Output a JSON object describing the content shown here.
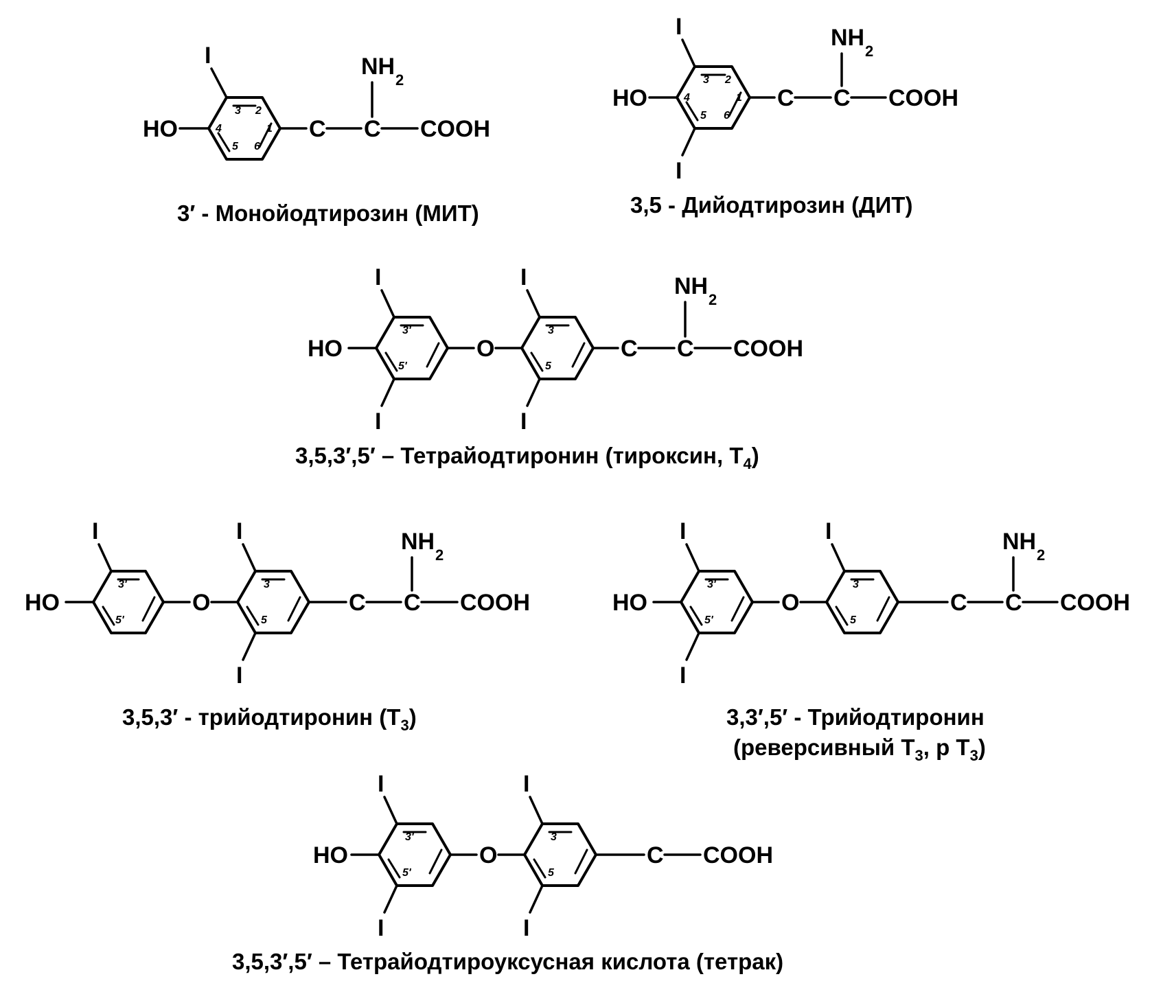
{
  "atoms": {
    "iodine": "I",
    "hydroxyl": "HO",
    "carbon": "C",
    "carboxyl": "COOH",
    "oxygen": "O",
    "amine": "NH",
    "amine_subscript": "2"
  },
  "ring_labels": {
    "pos1": "1",
    "pos2": "2",
    "pos3": "3",
    "pos4": "4",
    "pos5": "5",
    "pos6": "6",
    "pos3p": "3'",
    "pos5p": "5'"
  },
  "structures": [
    {
      "id": "mit",
      "caption": "3′ - Монойодтирозин (МИТ)"
    },
    {
      "id": "dit",
      "caption": "3,5 - Дийодтирозин (ДИТ)"
    },
    {
      "id": "t4",
      "caption": "3,5,3′,5′ – Тетрайодтиронин (тироксин, T",
      "caption_sub": "4",
      "caption_end": ")"
    },
    {
      "id": "t3",
      "caption": "3,5,3′ - трийодтиронин (T",
      "caption_sub": "3",
      "caption_end": ")"
    },
    {
      "id": "rt3",
      "caption": "3,3′,5′ - Трийодтиронин",
      "caption2": "(реверсивный T",
      "caption2_sub": "3",
      "caption2_mid": ", р T",
      "caption2_sub2": "3",
      "caption2_end": ")"
    },
    {
      "id": "tetrac",
      "caption": "3,5,3′,5′ – Тетрайодтироуксусная кислота (тетрак)"
    }
  ]
}
